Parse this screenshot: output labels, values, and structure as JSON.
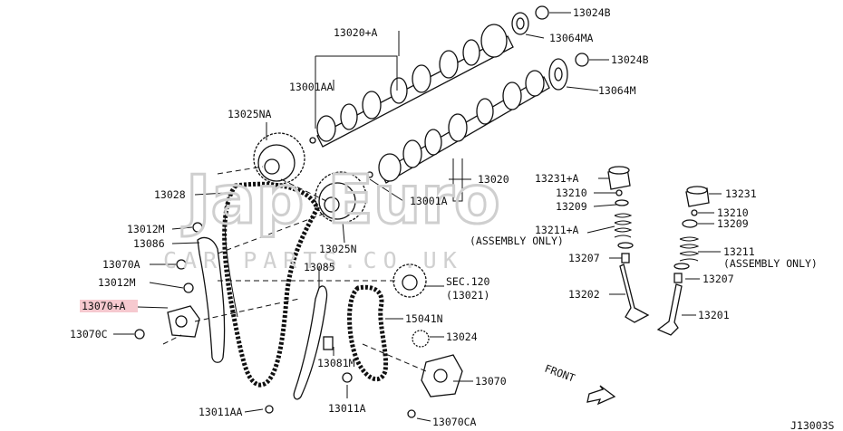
{
  "watermark": {
    "main": "Jap Euro",
    "sub": "CAR PARTS.CO.UK"
  },
  "labels": {
    "l13024B_top": "13024B",
    "l13064MA": "13064MA",
    "l13024B_mid": "13024B",
    "l13064M": "13064M",
    "l13020A": "13020+A",
    "l13001AA": "13001AA",
    "l13025NA": "13025NA",
    "l13020": "13020",
    "l13001A": "13001A",
    "l13028": "13028",
    "l13012M_top": "13012M",
    "l13086": "13086",
    "l13070A": "13070A",
    "l13012M": "13012M",
    "l13070plusA": "13070+A",
    "l13070C": "13070C",
    "l13025N": "13025N",
    "l13085": "13085",
    "lSEC120": "SEC.120",
    "lSEC120sub": "(13021)",
    "l15041N": "15041N",
    "l13024": "13024",
    "l13081M": "13081M",
    "l13070": "13070",
    "l13011AA": "13011AA",
    "l13011A": "13011A",
    "l13070CA": "13070CA",
    "l13231A": "13231+A",
    "l13210_left": "13210",
    "l13209_left": "13209",
    "l13211A": "13211+A",
    "lAssemblyLeft": "(ASSEMBLY ONLY)",
    "l13207_left": "13207",
    "l13202": "13202",
    "l13231": "13231",
    "l13210_right": "13210",
    "l13209_right": "13209",
    "l13211": "13211",
    "lAssemblyRight": "(ASSEMBLY ONLY)",
    "l13207_right": "13207",
    "l13201": "13201",
    "lFront": "FRONT",
    "lCorner": "J13003S"
  },
  "colors": {
    "highlight": "#f6c9cf",
    "line": "#111111",
    "watermark": "#cfcfcf"
  }
}
